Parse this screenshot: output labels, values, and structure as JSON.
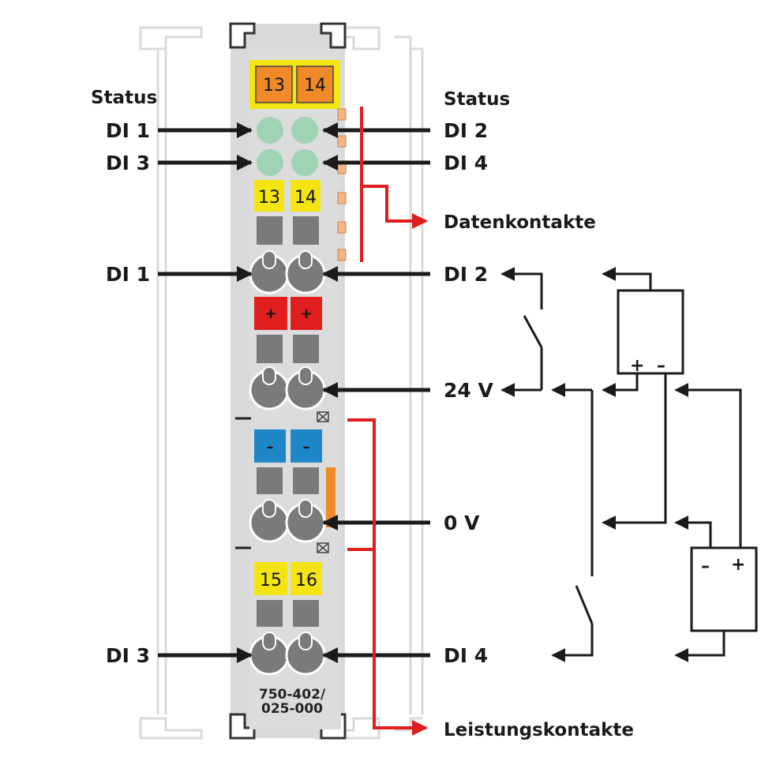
{
  "module": {
    "part_number_line1": "750-402/",
    "part_number_line2": "025-000",
    "top_marker": [
      "13",
      "14"
    ],
    "marker_row1": [
      "13",
      "14"
    ],
    "marker_row2": [
      "+",
      "+"
    ],
    "marker_row3": [
      "–",
      "–"
    ],
    "marker_row4": [
      "15",
      "16"
    ]
  },
  "labels": {
    "status_left": "Status",
    "status_right": "Status",
    "led_left_1": "DI 1",
    "led_left_2": "DI 3",
    "led_right_1": "DI 2",
    "led_right_2": "DI 4",
    "data_contacts": "Datenkontakte",
    "terminal_di1": "DI 1",
    "terminal_di2": "DI 2",
    "terminal_24v": "24 V",
    "terminal_0v": "0 V",
    "terminal_di3": "DI 3",
    "terminal_di4": "DI 4",
    "power_contacts": "Leistungskontakte"
  },
  "circuit": {
    "supply_top_plus": "+",
    "supply_top_minus": "–",
    "supply_bottom_minus": "–",
    "supply_bottom_plus": "+"
  },
  "colors": {
    "module_body": "#d9d9d9",
    "led_green": "#9fd3b4",
    "marker_yellow": "#f4e414",
    "marker_orange": "#f08a28",
    "marker_red": "#e01e1e",
    "marker_blue": "#1f86c8",
    "arrow_black": "#1a1a1a",
    "arrow_red": "#e01e1e"
  }
}
